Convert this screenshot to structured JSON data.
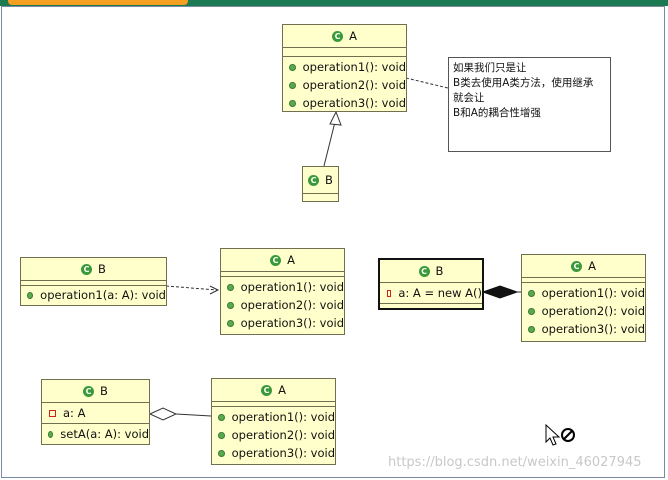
{
  "classes": {
    "a_top": {
      "name": "A",
      "methods": [
        "operation1(): void",
        "operation2(): void",
        "operation3(): void"
      ]
    },
    "b_top": {
      "name": "B"
    },
    "b_dep": {
      "name": "B",
      "methods": [
        "operation1(a: A): void"
      ]
    },
    "a_dep": {
      "name": "A",
      "methods": [
        "operation1(): void",
        "operation2(): void",
        "operation3(): void"
      ]
    },
    "b_comp": {
      "name": "B",
      "fields": [
        "a: A = new A()"
      ]
    },
    "a_comp": {
      "name": "A",
      "methods": [
        "operation1(): void",
        "operation2(): void",
        "operation3(): void"
      ]
    },
    "b_agg": {
      "name": "B",
      "fields": [
        "a: A"
      ],
      "methods": [
        "setA(a: A): void"
      ]
    },
    "a_agg": {
      "name": "A",
      "methods": [
        "operation1(): void",
        "operation2(): void",
        "operation3(): void"
      ]
    }
  },
  "note": {
    "lines": [
      "如果我们只是让",
      "B类去使用A类方法，使用继承",
      "就会让",
      "B和A的耦合性增强"
    ]
  },
  "watermark": "https://blog.csdn.net/weixin_46027945",
  "icons": {
    "class": "class-icon",
    "method": "public-method-icon",
    "field": "private-field-icon"
  },
  "colors": {
    "class_fill": "#ffffcc",
    "class_icon": "#3a9a3a",
    "topbar": "#1c7a52"
  }
}
